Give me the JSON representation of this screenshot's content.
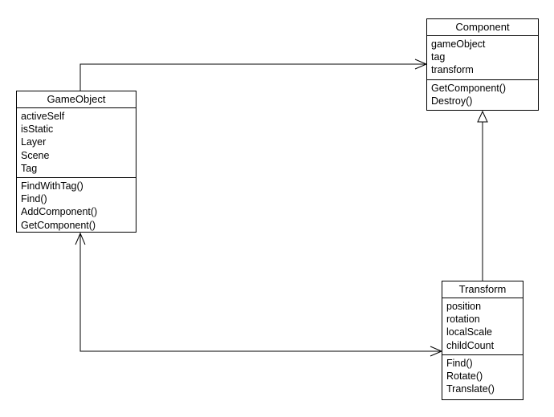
{
  "classes": {
    "component": {
      "name": "Component",
      "attributes": [
        "gameObject",
        "tag",
        "transform"
      ],
      "methods": [
        "GetComponent()",
        "Destroy()"
      ]
    },
    "gameobject": {
      "name": "GameObject",
      "attributes": [
        "activeSelf",
        "isStatic",
        "Layer",
        "Scene",
        "Tag"
      ],
      "methods": [
        "FindWithTag()",
        "Find()",
        "AddComponent()",
        "GetComponent()"
      ]
    },
    "transform": {
      "name": "Transform",
      "attributes": [
        "position",
        "rotation",
        "localScale",
        "childCount"
      ],
      "methods": [
        "Find()",
        "Rotate()",
        "Translate()"
      ]
    }
  },
  "relationships": [
    {
      "from": "GameObject",
      "to": "Component",
      "kind": "association",
      "arrow": "open-arrow-at-Component"
    },
    {
      "from": "Transform",
      "to": "Component",
      "kind": "generalization",
      "arrow": "hollow-triangle-at-Component"
    },
    {
      "from": "GameObject",
      "to": "Transform",
      "kind": "bidirectional-association",
      "arrow": "open-arrows-at-both-ends"
    }
  ],
  "colors": {
    "line": "#000000",
    "background": "#ffffff"
  }
}
